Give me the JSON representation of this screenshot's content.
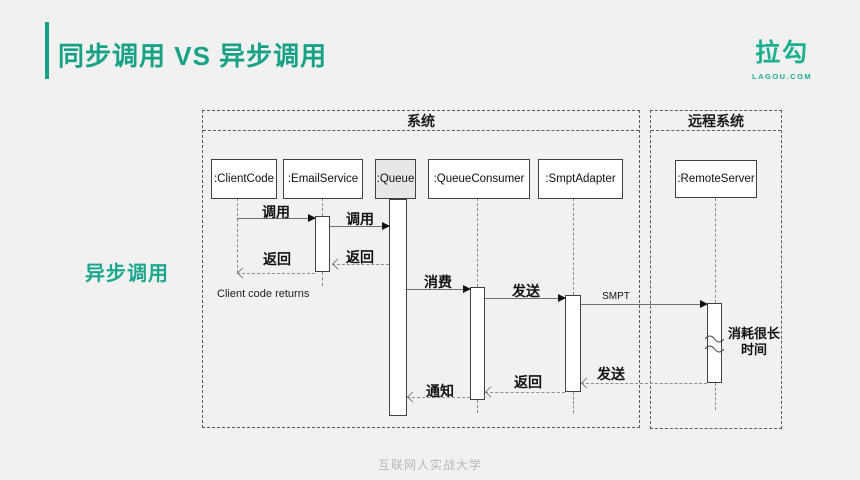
{
  "header": {
    "title": "同步调用 VS 异步调用"
  },
  "logo": {
    "wordmark": "拉勾",
    "domain": "LAGOU.COM"
  },
  "side_label": "异步调用",
  "footer": "互联网人实战大学",
  "colors": {
    "accent_green": "#17a286",
    "footer_gray": "#b5b8ba",
    "queue_box_fill": "#e7e7e8",
    "line_gray": "#6f6f6f"
  },
  "diagram": {
    "type": "uml-sequence",
    "frames": [
      {
        "id": "system",
        "label": "系统"
      },
      {
        "id": "remote-system",
        "label": "远程系统"
      }
    ],
    "actors": [
      {
        "id": "client-code",
        "label": ":ClientCode",
        "frame": "系统"
      },
      {
        "id": "email-service",
        "label": ":EmailService",
        "frame": "系统"
      },
      {
        "id": "queue",
        "label": ":Queue",
        "frame": "系统",
        "highlighted": true
      },
      {
        "id": "queue-consumer",
        "label": ":QueueConsumer",
        "frame": "系统"
      },
      {
        "id": "smpt-adapter",
        "label": ":SmptAdapter",
        "frame": "系统"
      },
      {
        "id": "remote-server",
        "label": ":RemoteServer",
        "frame": "远程系统"
      }
    ],
    "messages": [
      {
        "label": "调用",
        "from": ":ClientCode",
        "to": ":EmailService",
        "kind": "sync"
      },
      {
        "label": "调用",
        "from": ":EmailService",
        "to": ":Queue",
        "kind": "sync"
      },
      {
        "label": "返回",
        "from": ":Queue",
        "to": ":EmailService",
        "kind": "return"
      },
      {
        "label": "返回",
        "from": ":EmailService",
        "to": ":ClientCode",
        "kind": "return"
      },
      {
        "label": "消费",
        "from": ":Queue",
        "to": ":QueueConsumer",
        "kind": "sync"
      },
      {
        "label": "发送",
        "from": ":QueueConsumer",
        "to": ":SmptAdapter",
        "kind": "sync"
      },
      {
        "label": "SMPT",
        "from": ":SmptAdapter",
        "to": ":RemoteServer",
        "kind": "sync"
      },
      {
        "label": "发送",
        "from": ":RemoteServer",
        "to": ":SmptAdapter",
        "kind": "return"
      },
      {
        "label": "返回",
        "from": ":SmptAdapter",
        "to": ":QueueConsumer",
        "kind": "return"
      },
      {
        "label": "通知",
        "from": ":QueueConsumer",
        "to": ":Queue",
        "kind": "return"
      }
    ],
    "notes": {
      "client_returns": "Client code returns",
      "duration_line1": "消耗很长",
      "duration_line2": "时间"
    }
  }
}
